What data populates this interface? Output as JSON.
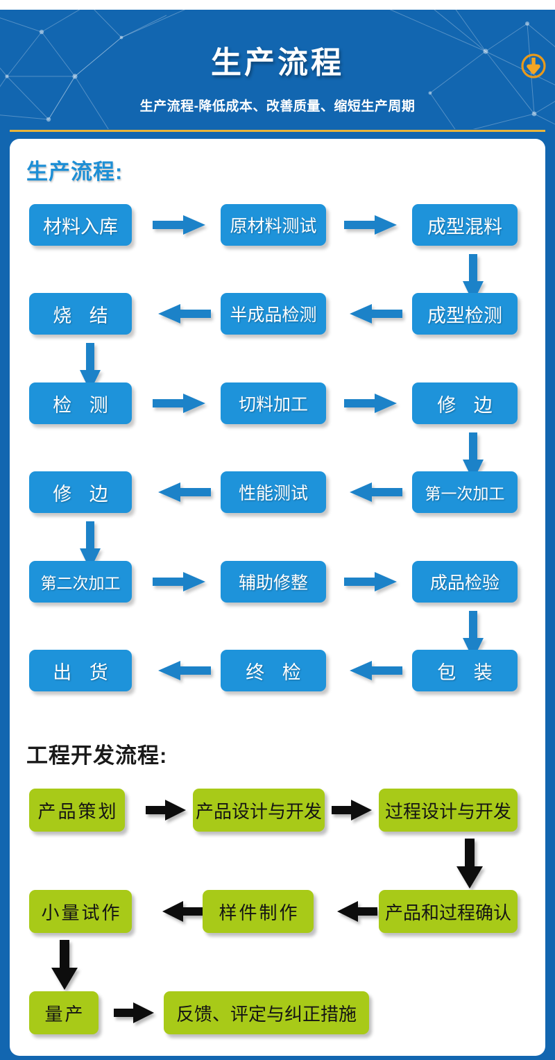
{
  "header": {
    "title": "生产流程",
    "subtitle": "生产流程-降低成本、改善质量、缩短生产周期",
    "download_icon": "download-arrow-icon",
    "background_color": "#1266b0",
    "accent_color": "#e9b43a"
  },
  "sections": [
    {
      "id": "production",
      "heading": "生产流程:",
      "heading_color": "#1e8fd5",
      "node_color": "#1e93da",
      "arrow_color": "#1e7fc4",
      "rows": [
        {
          "direction": "ltr",
          "nodes": [
            "材料入库",
            "原材料测试",
            "成型混料"
          ]
        },
        {
          "direction": "rtl",
          "nodes": [
            "烧 结",
            "半成品检测",
            "成型检测"
          ]
        },
        {
          "direction": "ltr",
          "nodes": [
            "检 测",
            "切料加工",
            "修 边"
          ]
        },
        {
          "direction": "rtl",
          "nodes": [
            "修 边",
            "性能测试",
            "第一次加工"
          ]
        },
        {
          "direction": "ltr",
          "nodes": [
            "第二次加工",
            "辅助修整",
            "成品检验"
          ]
        },
        {
          "direction": "rtl",
          "nodes": [
            "出 货",
            "终 检",
            "包 装"
          ]
        }
      ]
    },
    {
      "id": "engineering",
      "heading": "工程开发流程:",
      "heading_color": "#1a1a1a",
      "node_color": "#a8ca18",
      "arrow_color": "#111111",
      "rows": [
        {
          "direction": "ltr",
          "nodes": [
            "产品策划",
            "产品设计与开发",
            "过程设计与开发"
          ]
        },
        {
          "direction": "rtl",
          "nodes": [
            "小量试作",
            "样件制作",
            "产品和过程确认"
          ]
        },
        {
          "direction": "ltr",
          "nodes": [
            "量产",
            "反馈、评定与纠正措施"
          ]
        }
      ]
    }
  ],
  "flow_labels": {
    "p_r1_c1": "材料入库",
    "p_r1_c2": "原材料测试",
    "p_r1_c3": "成型混料",
    "p_r2_c1": "烧 结",
    "p_r2_c2": "半成品检测",
    "p_r2_c3": "成型检测",
    "p_r3_c1": "检 测",
    "p_r3_c2": "切料加工",
    "p_r3_c3": "修 边",
    "p_r4_c1": "修 边",
    "p_r4_c2": "性能测试",
    "p_r4_c3": "第一次加工",
    "p_r5_c1": "第二次加工",
    "p_r5_c2": "辅助修整",
    "p_r5_c3": "成品检验",
    "p_r6_c1": "出 货",
    "p_r6_c2": "终 检",
    "p_r6_c3": "包 装",
    "e_r1_c1": "产品策划",
    "e_r1_c2": "产品设计与开发",
    "e_r1_c3": "过程设计与开发",
    "e_r2_c1": "小量试作",
    "e_r2_c2": "样件制作",
    "e_r2_c3": "产品和过程确认",
    "e_r3_c1": "量产",
    "e_r3_c2": "反馈、评定与纠正措施"
  }
}
